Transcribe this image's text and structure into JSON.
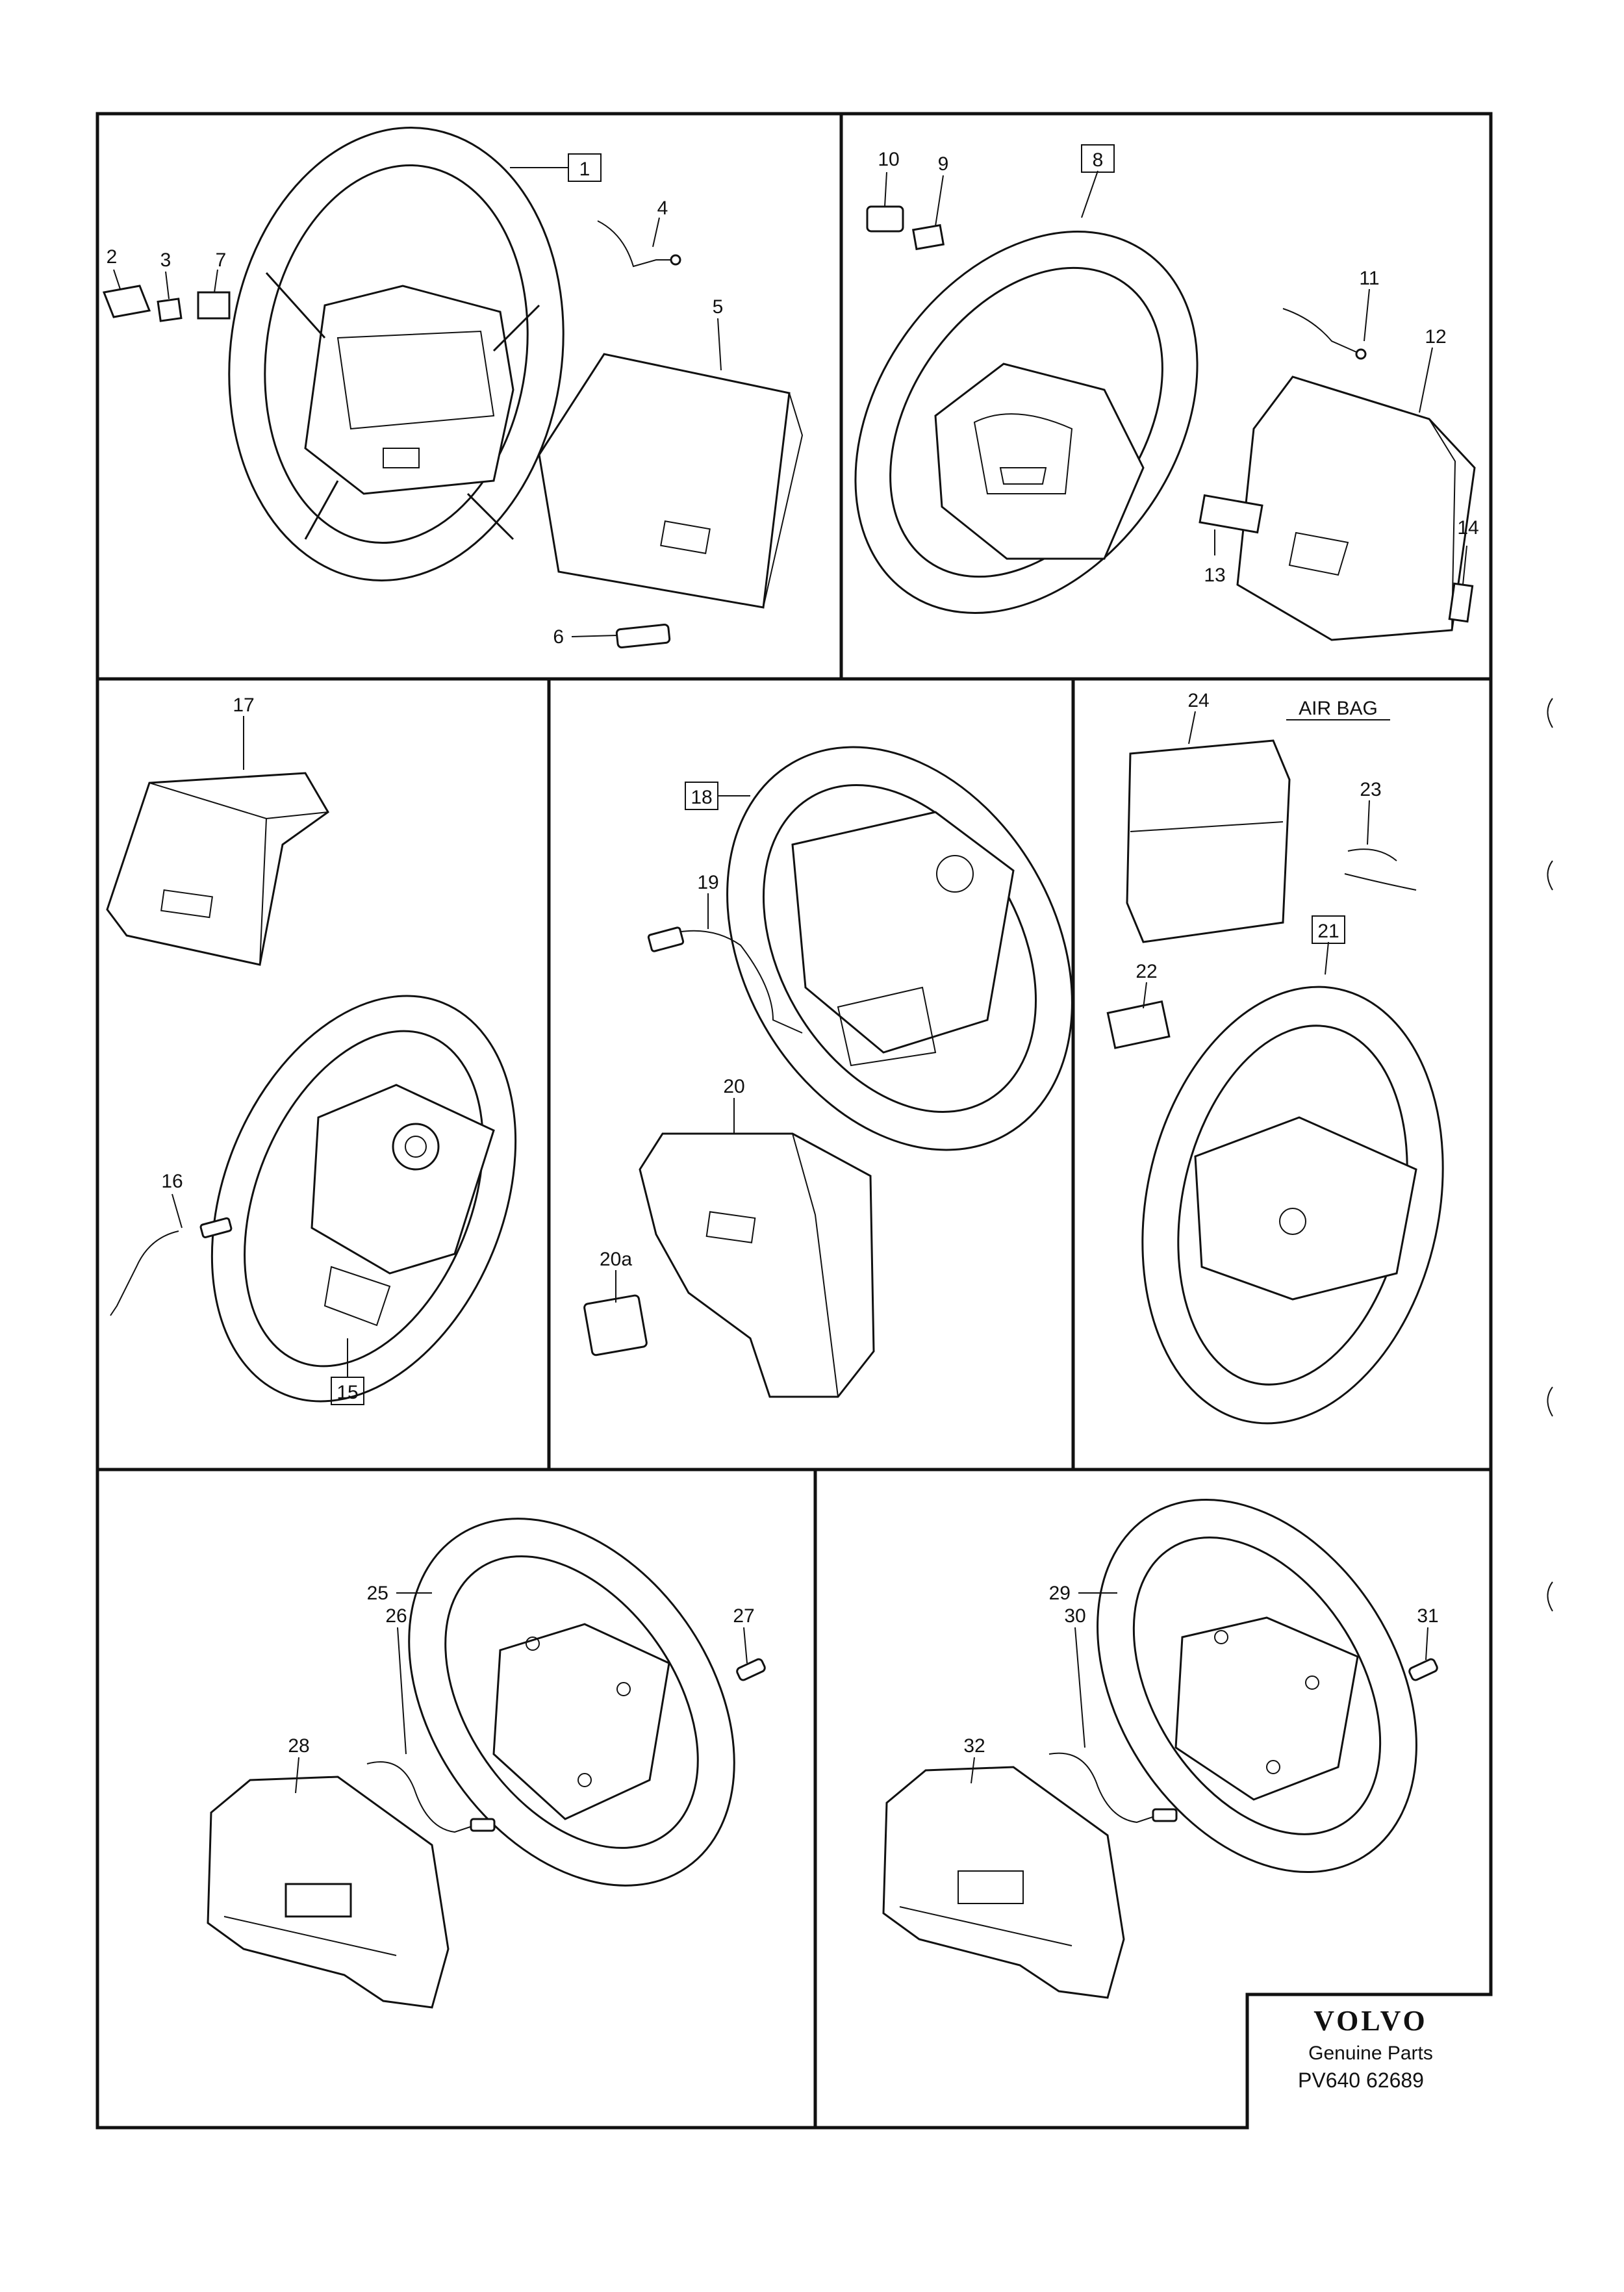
{
  "callouts": {
    "c1": "1",
    "c2": "2",
    "c3": "3",
    "c4": "4",
    "c5": "5",
    "c6": "6",
    "c7": "7",
    "c8": "8",
    "c9": "9",
    "c10": "10",
    "c11": "11",
    "c12": "12",
    "c13": "13",
    "c14": "14",
    "c15": "15",
    "c16": "16",
    "c17": "17",
    "c18": "18",
    "c19": "19",
    "c20": "20",
    "c20a": "20a",
    "c21": "21",
    "c22": "22",
    "c23": "23",
    "c24": "24",
    "c25": "25",
    "c26": "26",
    "c27": "27",
    "c28": "28",
    "c29": "29",
    "c30": "30",
    "c31": "31",
    "c32": "32"
  },
  "section_titles": {
    "air_bag": "AIR BAG"
  },
  "title_block": {
    "brand": "VOLVO",
    "subtitle": "Genuine Parts",
    "code": "PV640 62689"
  }
}
